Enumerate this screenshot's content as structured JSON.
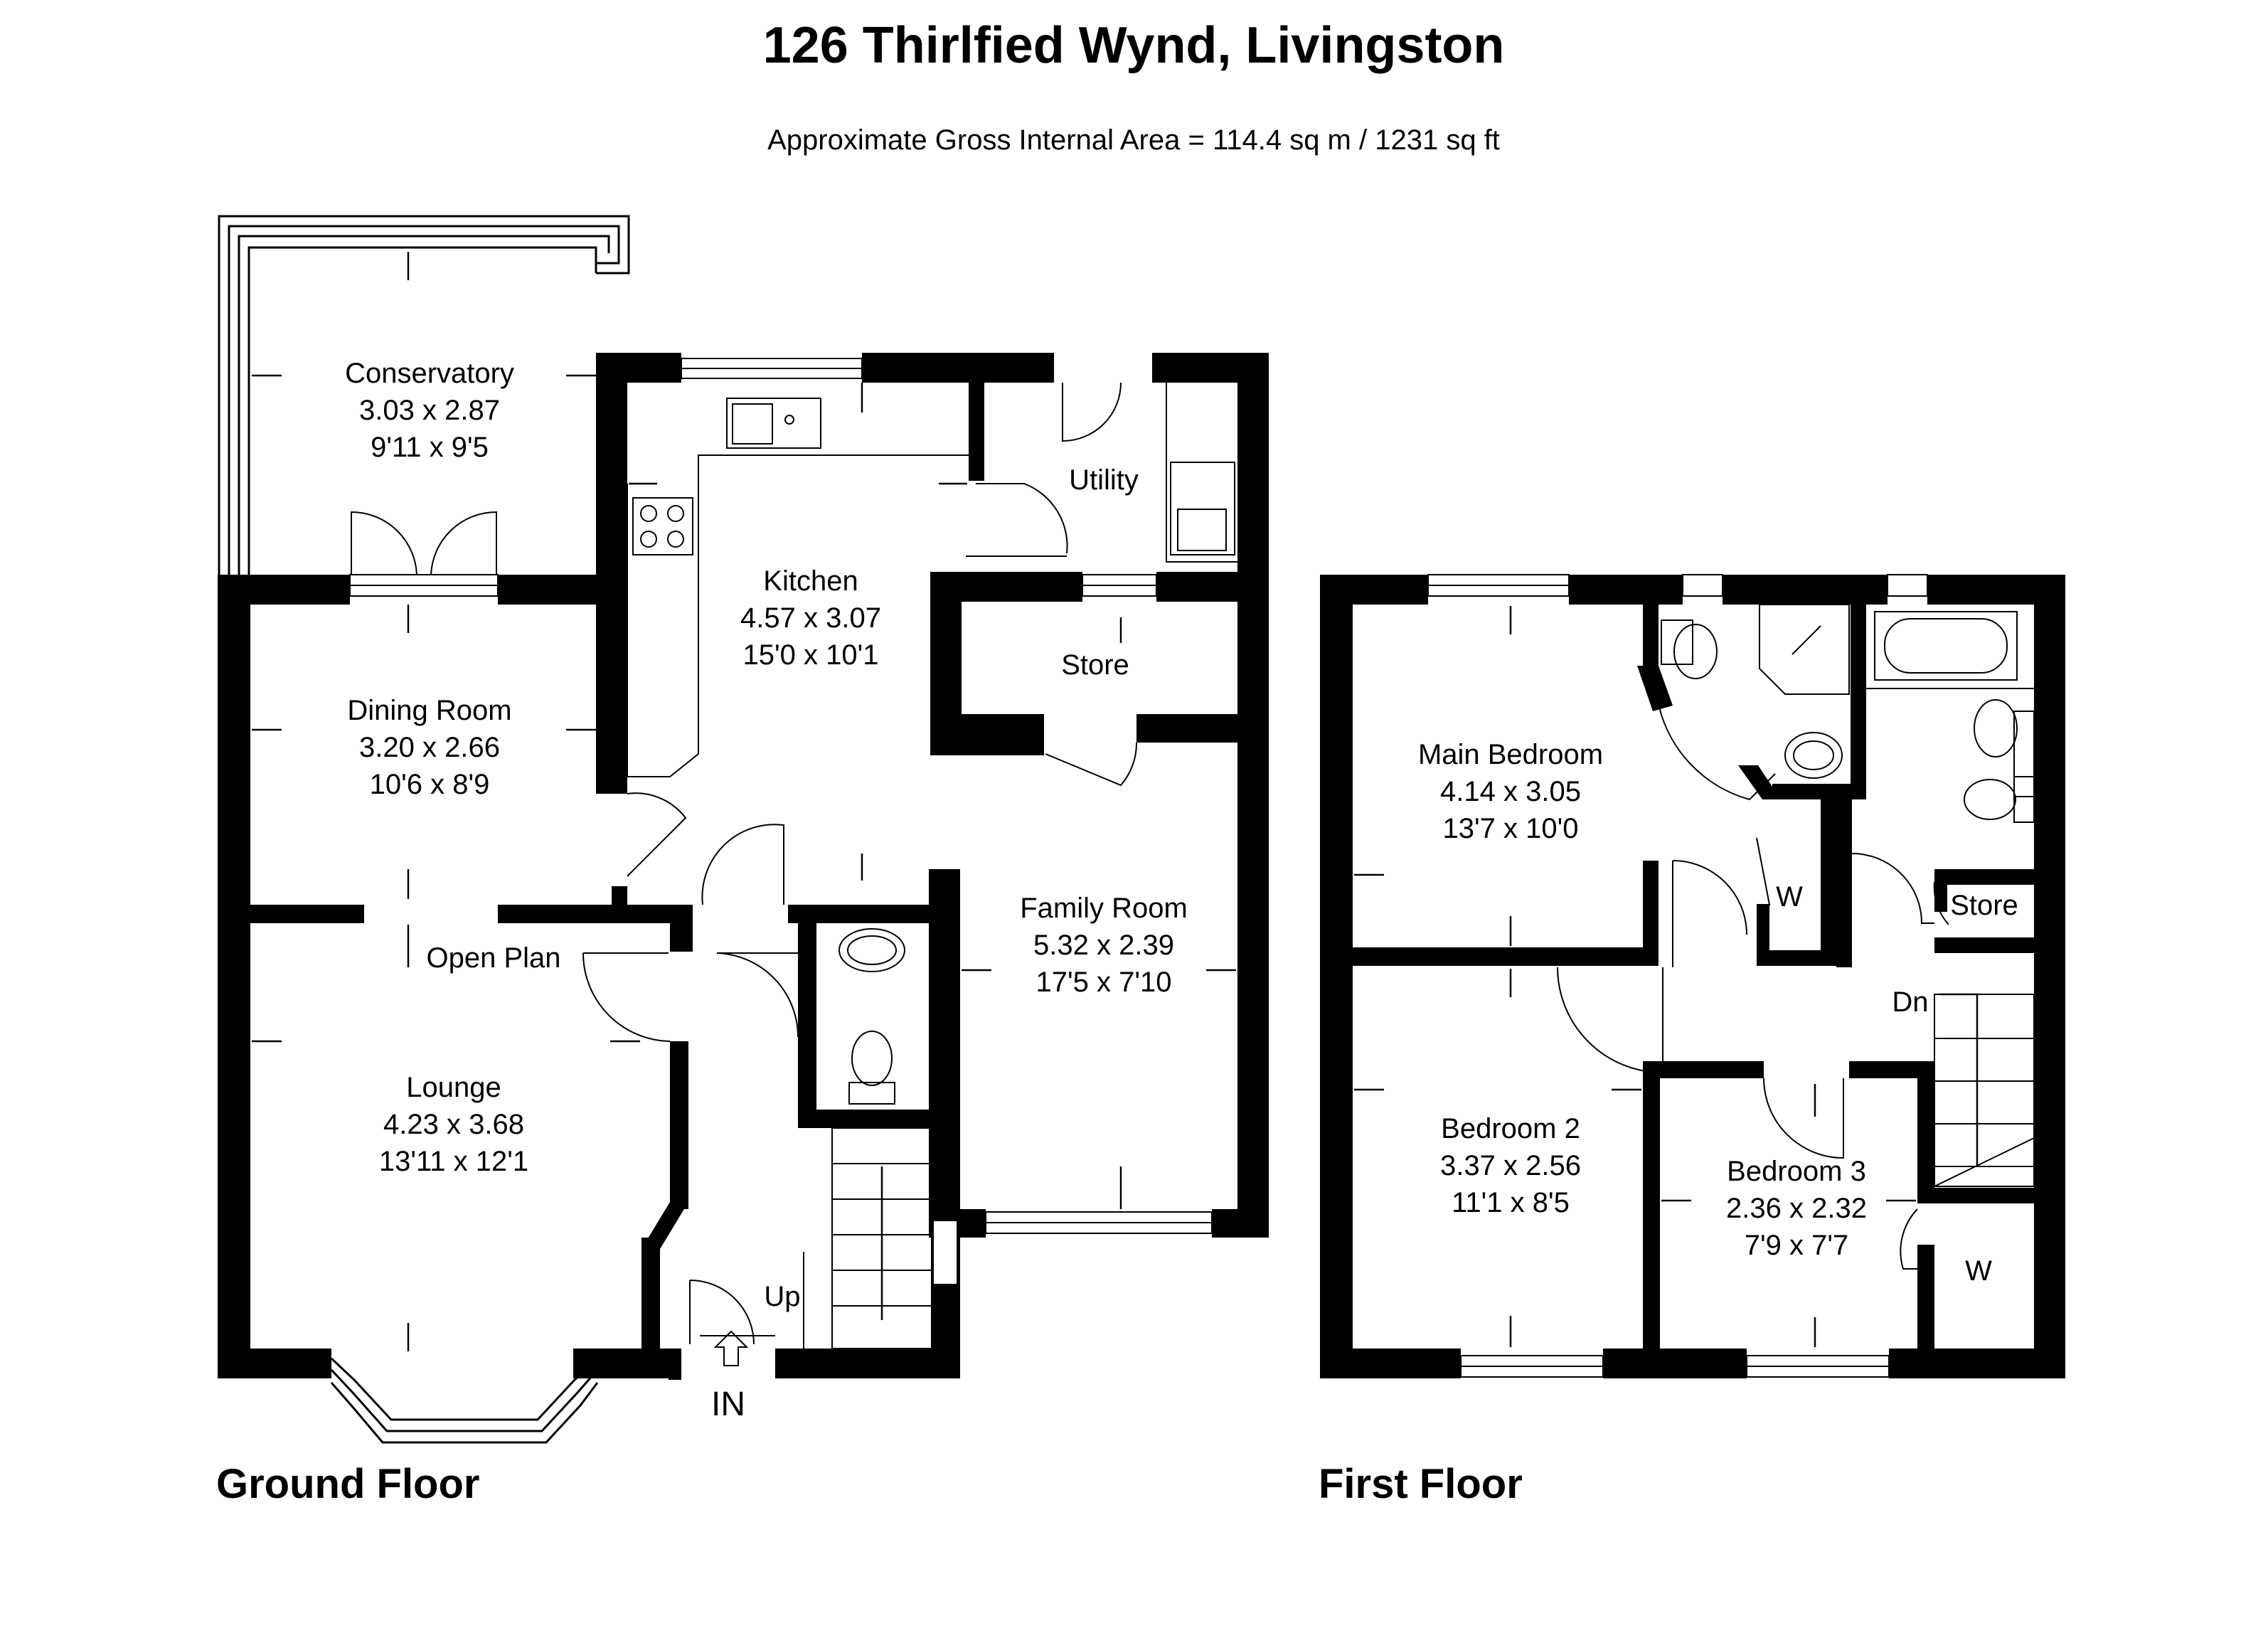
{
  "header": {
    "title": "126 Thirlfied Wynd, Livingston",
    "subtitle": "Approximate Gross Internal Area = 114.4 sq m / 1231 sq ft"
  },
  "floors": {
    "ground": {
      "label": "Ground Floor",
      "rooms": {
        "conservatory": {
          "name": "Conservatory",
          "metric": "3.03 x 2.87",
          "imperial": "9'11 x 9'5"
        },
        "kitchen": {
          "name": "Kitchen",
          "metric": "4.57 x 3.07",
          "imperial": "15'0 x 10'1"
        },
        "utility": {
          "name": "Utility"
        },
        "store": {
          "name": "Store"
        },
        "dining": {
          "name": "Dining Room",
          "metric": "3.20 x 2.66",
          "imperial": "10'6 x 8'9"
        },
        "family": {
          "name": "Family Room",
          "metric": "5.32 x 2.39",
          "imperial": "17'5 x 7'10"
        },
        "lounge": {
          "name": "Lounge",
          "metric": "4.23 x 3.68",
          "imperial": "13'11 x 12'1"
        }
      },
      "open_plan": "Open Plan",
      "stairs_label": "Up",
      "entrance_label": "IN"
    },
    "first": {
      "label": "First Floor",
      "rooms": {
        "main_bedroom": {
          "name": "Main Bedroom",
          "metric": "4.14 x 3.05",
          "imperial": "13'7 x 10'0"
        },
        "bedroom2": {
          "name": "Bedroom 2",
          "metric": "3.37 x 2.56",
          "imperial": "11'1 x 8'5"
        },
        "bedroom3": {
          "name": "Bedroom 3",
          "metric": "2.36 x 2.32",
          "imperial": "7'9 x 7'7"
        },
        "store": {
          "name": "Store"
        }
      },
      "wardrobe_label": "W",
      "stairs_label": "Dn"
    }
  },
  "colors": {
    "walls": "#000000",
    "background": "#ffffff"
  }
}
